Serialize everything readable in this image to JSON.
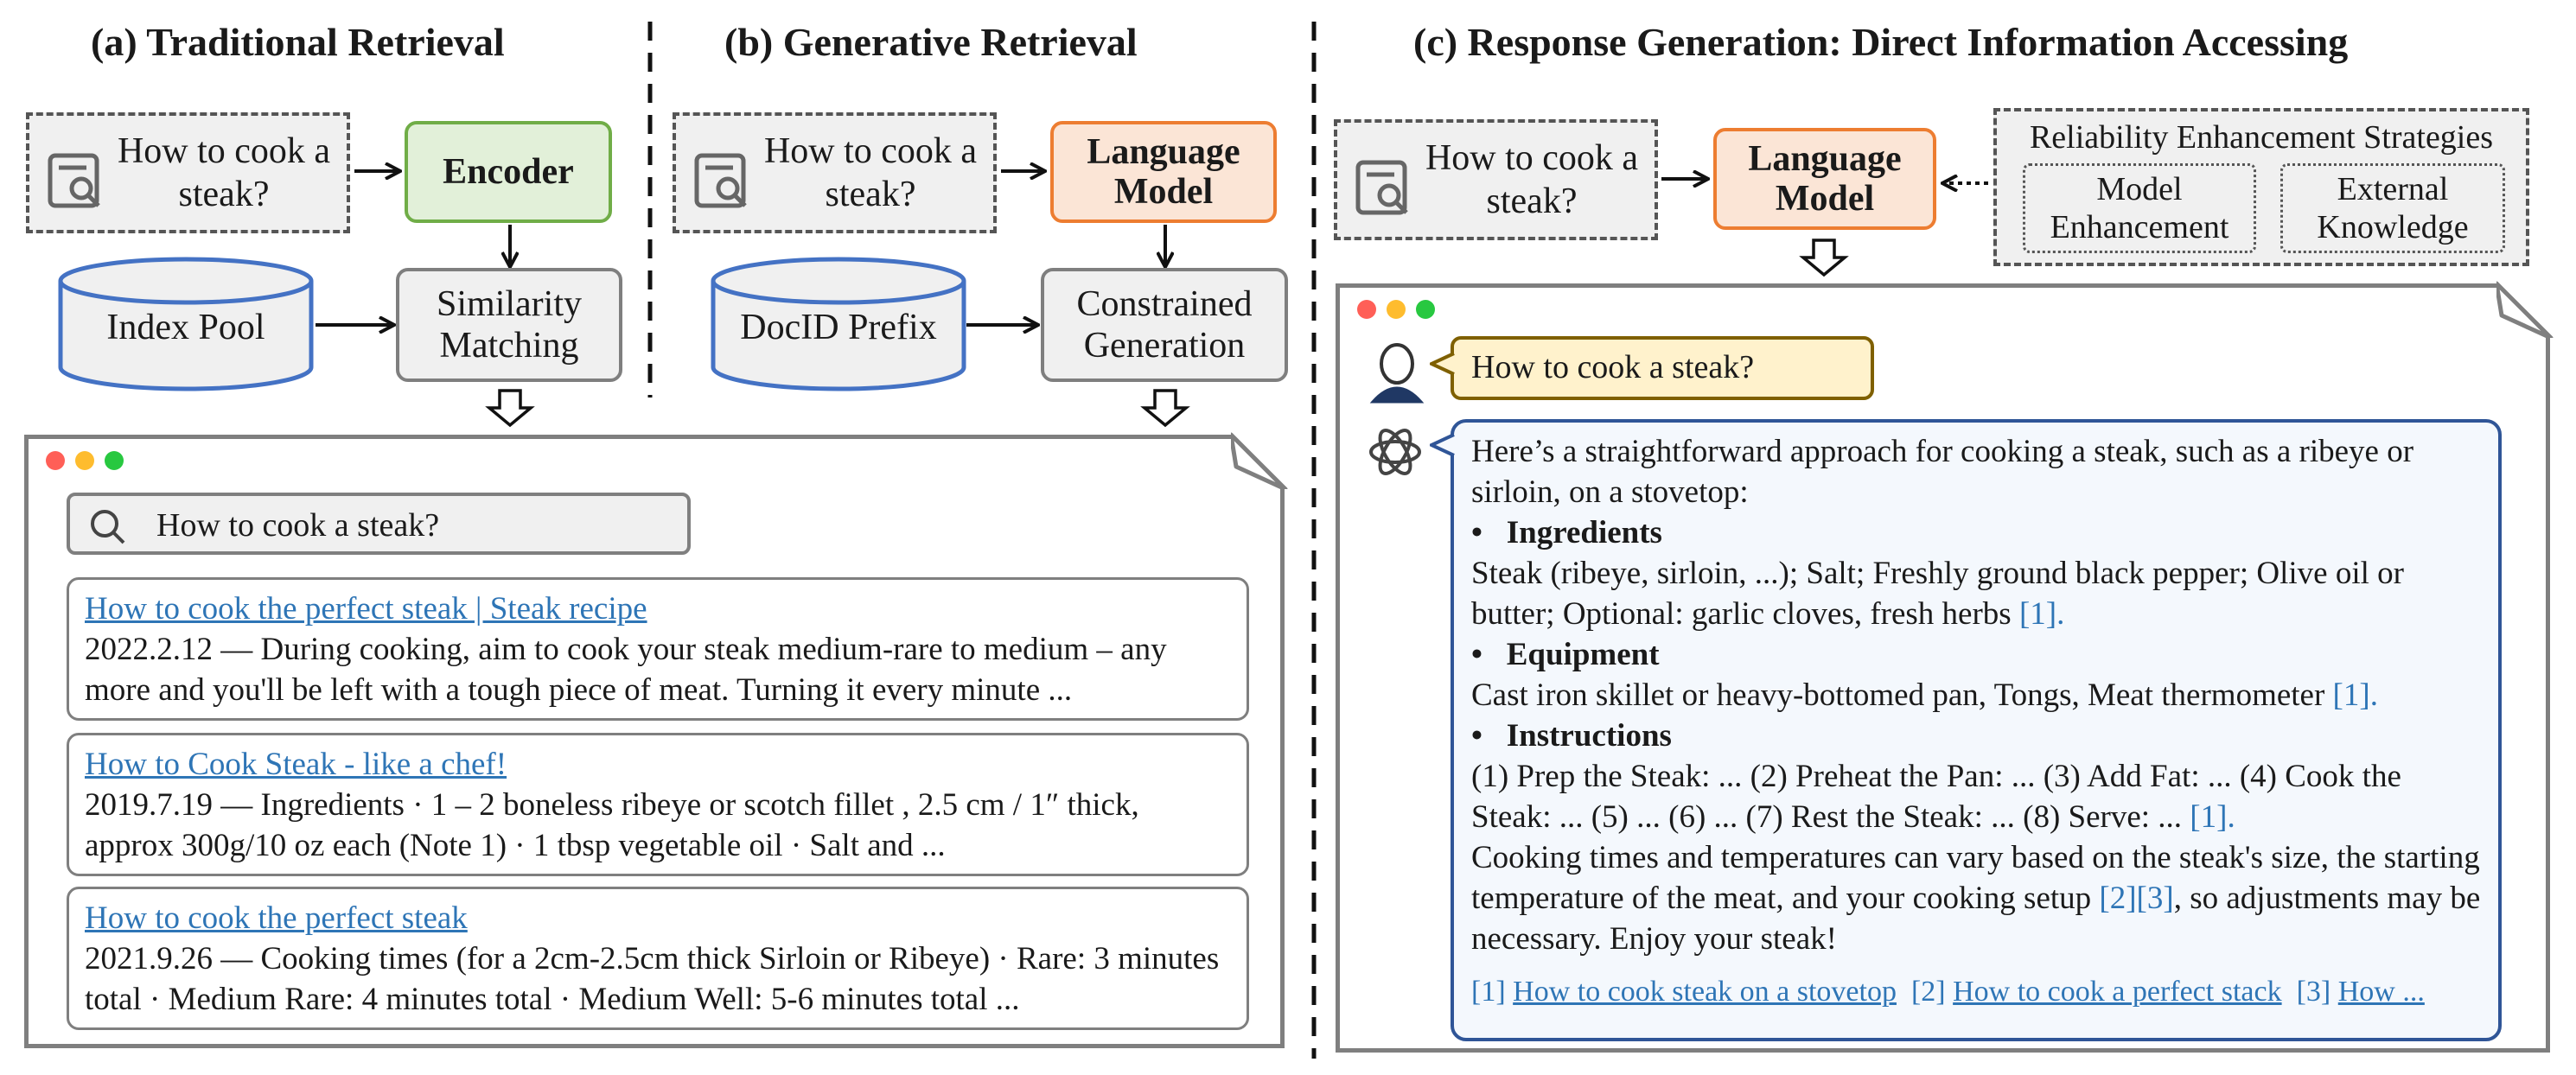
{
  "panels": {
    "a": {
      "title": "(a) Traditional Retrieval",
      "query": "How to cook a steak?",
      "encoder": "Encoder",
      "index_pool": "Index Pool",
      "similarity": "Similarity Matching"
    },
    "b": {
      "title": "(b) Generative Retrieval",
      "query": "How to cook a steak?",
      "model": "Language Model",
      "prefix": "DocID Prefix",
      "constrained": "Constrained Generation"
    },
    "c": {
      "title": "(c) Response Generation: Direct Information Accessing",
      "query": "How to cook a steak?",
      "model": "Language Model",
      "strategies_title": "Reliability Enhancement Strategies",
      "model_enhancement": "Model Enhancement",
      "external_knowledge": "External Knowledge"
    }
  },
  "search": {
    "query": "How to cook a steak?",
    "results": [
      {
        "title": "How to cook the perfect steak | Steak recipe",
        "snippet": "2022.2.12 — During cooking, aim to cook your steak medium-rare to medium – any more and you'll be left with a tough piece of meat. Turning it every minute ..."
      },
      {
        "title": "How to Cook Steak - like a chef!",
        "snippet": "2019.7.19 — Ingredients · 1 – 2 boneless ribeye or scotch fillet , 2.5 cm / 1″ thick, approx 300g/10 oz each (Note 1) · 1 tbsp vegetable oil · Salt and ..."
      },
      {
        "title": "How to cook the perfect steak",
        "snippet": "2021.9.26 — Cooking times (for a 2cm-2.5cm thick Sirloin or Ribeye) · Rare: 3 minutes total · Medium Rare: 4 minutes total · Medium Well: 5-6 minutes total ..."
      }
    ]
  },
  "chat": {
    "user_message": "How to cook a steak?",
    "intro": "Here’s a straightforward approach for cooking a steak, such as a ribeye or sirloin, on a stovetop:",
    "bullet": "•",
    "ingredients_head": "Ingredients",
    "ingredients_text": "Steak (ribeye, sirloin, ...); Salt; Freshly ground black pepper; Olive oil or butter; Optional: garlic cloves, fresh herbs",
    "equipment_head": "Equipment",
    "equipment_text": "Cast iron skillet or heavy-bottomed pan, Tongs, Meat thermometer",
    "instructions_head": "Instructions",
    "instructions_text": "(1) Prep the Steak: ... (2) Preheat the Pan: ... (3) Add Fat: ... (4) Cook the Steak: ... (5) ... (6) ... (7) Rest the Steak: ... (8) Serve: ...",
    "closing_text": "Cooking times and temperatures can vary based on the steak's size, the starting temperature of the meat, and your cooking setup",
    "closing_tail": ", so adjustments may be necessary. Enjoy your steak!",
    "cite1": "[1].",
    "cite1b": "[1]",
    "cite23": "[2][3]",
    "refs": [
      {
        "num": "[1]",
        "text": "How to cook steak on a stovetop"
      },
      {
        "num": "[2]",
        "text": "How to cook a perfect stack"
      },
      {
        "num": "[3]",
        "text": "How ..."
      }
    ]
  },
  "colors": {
    "encoder_fill": "#e2f0d9",
    "encoder_border": "#70ad47",
    "lm_fill": "#fbe5d6",
    "lm_border": "#ed7d31",
    "db_border": "#4472c4",
    "answer_border": "#2f5597",
    "user_bubble_fill": "#fff2cc",
    "user_bubble_border": "#7f6000",
    "link": "#2e75b6",
    "dot_red": "#ff5f57",
    "dot_yellow": "#febc2e",
    "dot_green": "#28c840"
  }
}
